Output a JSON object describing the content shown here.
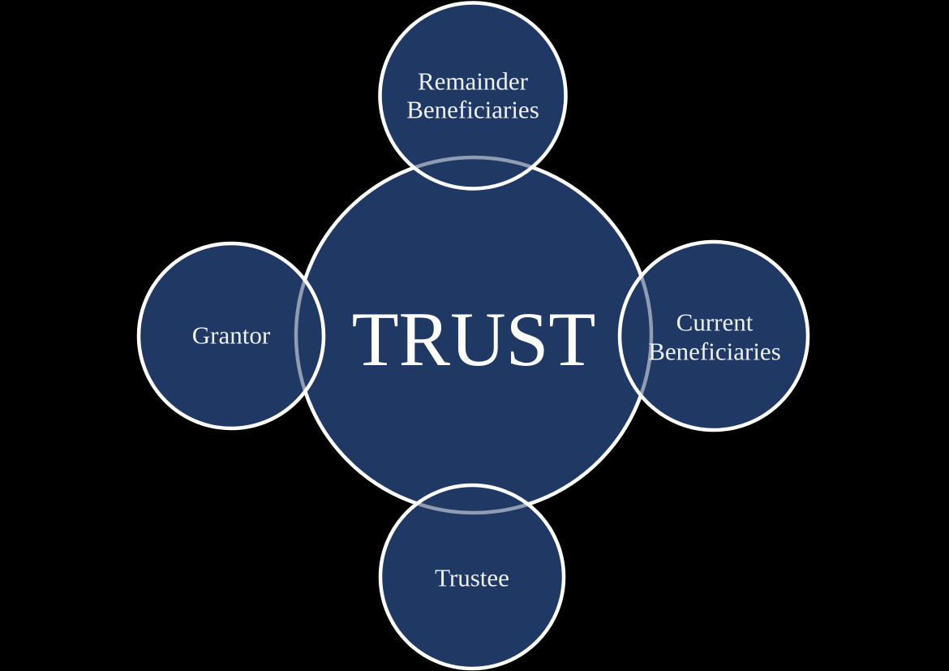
{
  "diagram": {
    "type": "radial",
    "background_color": "#000000",
    "node_fill_color": "#1f3864",
    "node_border_color": "#ffffff",
    "overlap_border_color": "rgba(255,255,255,0.5)",
    "label_color": "#edf0f5",
    "center_node": {
      "label": "TRUST"
    },
    "satellite_nodes": [
      {
        "name": "remainder-beneficiaries",
        "position": "top",
        "label": "Remainder Beneficiaries",
        "lines": [
          "Remainder",
          "Beneficiaries"
        ]
      },
      {
        "name": "current-beneficiaries",
        "position": "right",
        "label": "Current Beneficiaries",
        "lines": [
          "Current",
          "Beneficiaries"
        ]
      },
      {
        "name": "trustee",
        "position": "bottom",
        "label": "Trustee",
        "lines": [
          "Trustee"
        ]
      },
      {
        "name": "grantor",
        "position": "left",
        "label": "Grantor",
        "lines": [
          "Grantor"
        ]
      }
    ]
  }
}
